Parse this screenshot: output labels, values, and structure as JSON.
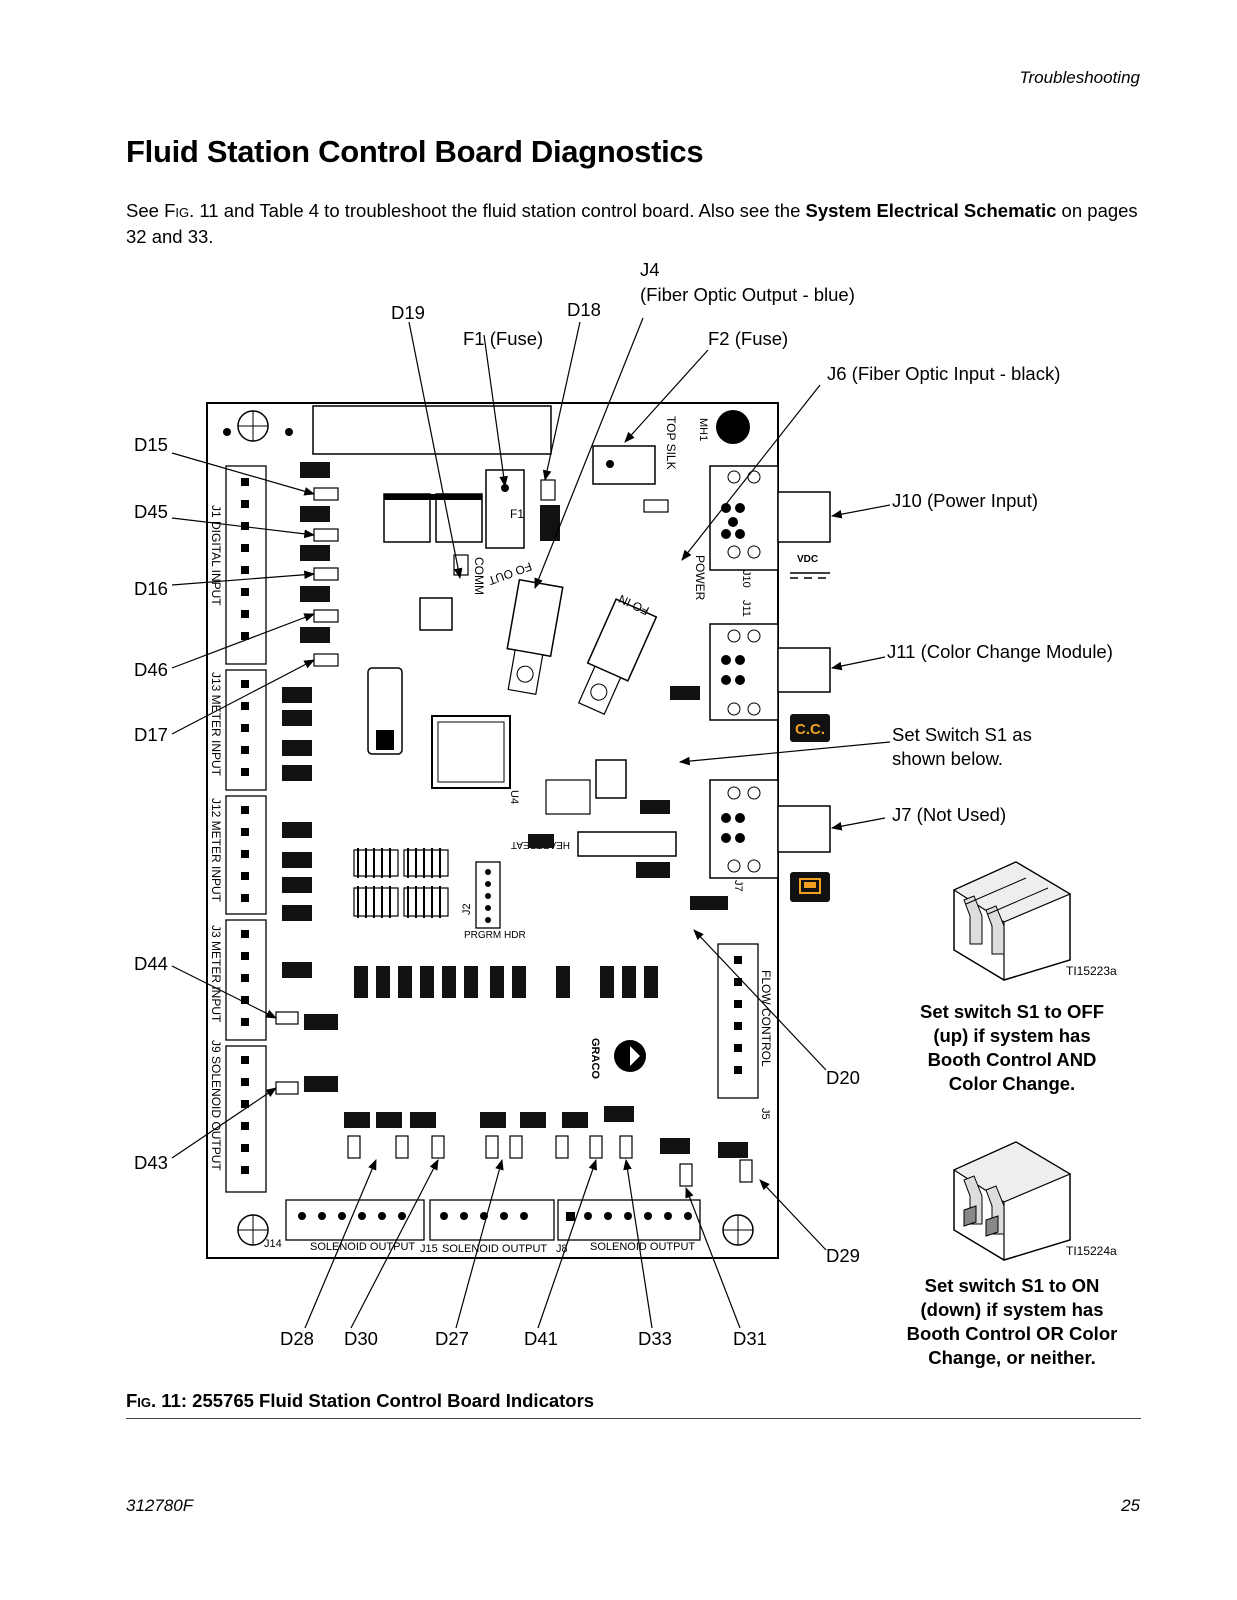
{
  "header": {
    "section": "Troubleshooting"
  },
  "page_title": "Fluid Station Control Board Diagnostics",
  "intro": {
    "p1": "See ",
    "fig_ref": "Fig. 11",
    "p2": " and Table 4 to troubleshoot the fluid station control board. Also see the ",
    "bold": "System Electrical Schematic",
    "p3": " on pages 32 and 33."
  },
  "figure": {
    "callouts": {
      "j4": "J4",
      "j4_desc": "(Fiber Optic Output - blue)",
      "d19": "D19",
      "d18": "D18",
      "f1": "F1 (Fuse)",
      "f2": "F2 (Fuse)",
      "j6": "J6 (Fiber Optic Input - black)",
      "d15": "D15",
      "d45": "D45",
      "d16": "D16",
      "d46": "D46",
      "d17": "D17",
      "d44": "D44",
      "d43": "D43",
      "j10": "J10 (Power Input)",
      "j11": "J11 (Color Change Module)",
      "s1_a": "Set Switch S1 as",
      "s1_b": "shown below.",
      "j7": "J7 (Not Used)",
      "d20": "D20",
      "d29": "D29",
      "d28": "D28",
      "d30": "D30",
      "d27": "D27",
      "d41": "D41",
      "d33": "D33",
      "d31": "D31"
    },
    "switch_off": {
      "ref": "TI15223a",
      "lines": [
        "Set switch S1 to OFF",
        "(up) if system has",
        "Booth Control AND",
        "Color Change."
      ]
    },
    "switch_on": {
      "ref": "TI15224a",
      "lines": [
        "Set switch S1 to ON",
        "(down) if system has",
        "Booth Control OR Color",
        "Change, or neither."
      ]
    },
    "cc_badge": "C.C.",
    "board_labels": {
      "j1": "J1 DIGITAL INPUT",
      "j13": "J13 METER INPUT",
      "j12": "J12 METER INPUT",
      "j3": "J3 METER INPUT",
      "j9": "J9 SOLENOID OUTPUT",
      "j14_out": "SOLENOID OUTPUT",
      "j15_out": "SOLENOID OUTPUT",
      "j8_out": "SOLENOID OUTPUT",
      "j14": "J14",
      "j15": "J15",
      "j8": "J8",
      "flow": "FLOW CONTROL",
      "j5": "J5",
      "comm": "COMM",
      "power": "POWER",
      "fo_out": "FO OUT",
      "fo_in": "FO IN",
      "top_silk": "TOP SILK",
      "mh1": "MH1",
      "prgrm": "PRGRM HDR",
      "heartbeat": "HEARTBEAT",
      "vdc": "VDC",
      "graco": "GRACO",
      "j10": "J10",
      "j11": "J11",
      "j7": "J7",
      "j2": "J2",
      "f1": "F1",
      "u4": "U4"
    }
  },
  "figure_caption": {
    "fig": "Fig. 11",
    "text": ": 255765 Fluid Station Control Board Indicators"
  },
  "footer": {
    "doc_number": "312780F",
    "page": "25"
  }
}
